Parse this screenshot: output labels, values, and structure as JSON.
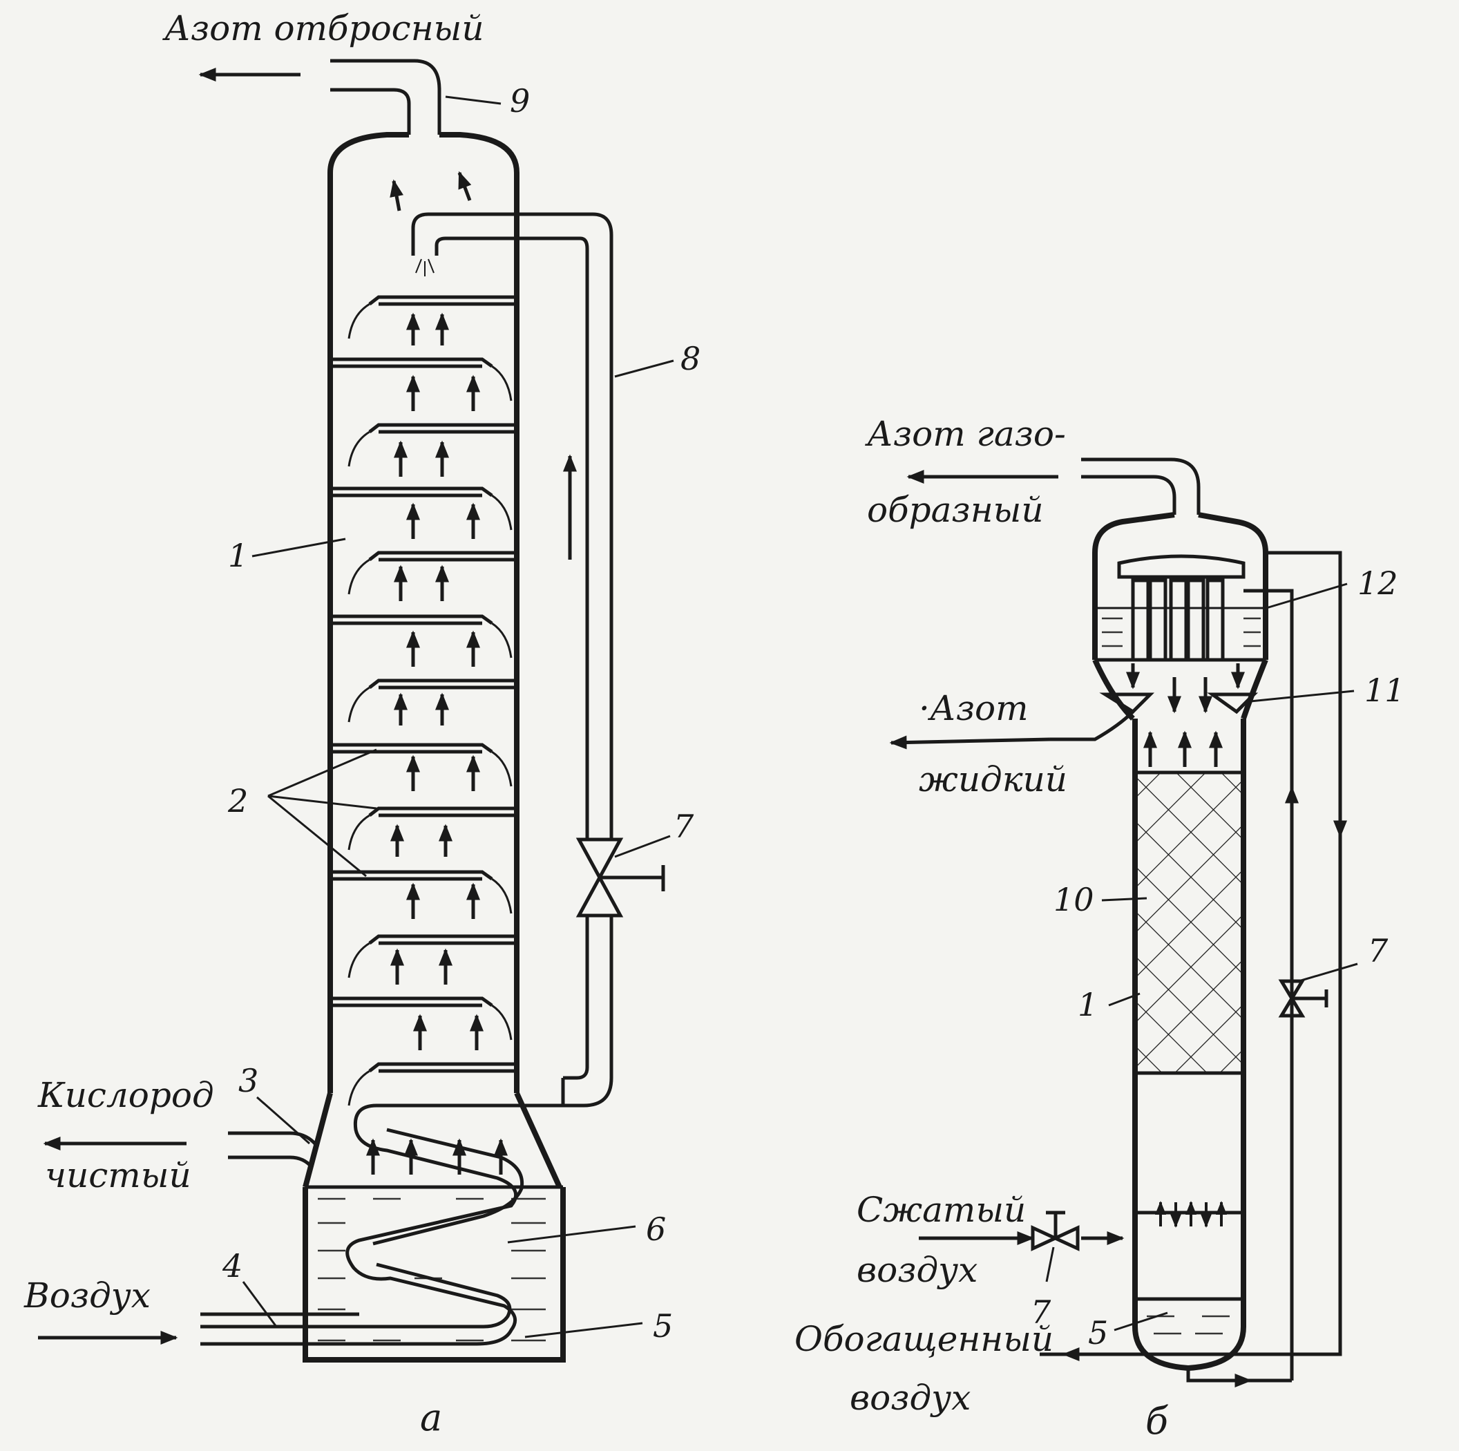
{
  "labels": {
    "a_nitrogen_waste": "Азот отбросный",
    "a_oxygen_line1": "Кислород",
    "a_oxygen_line2": "чистый",
    "a_air": "Воздух",
    "a_caption": "а",
    "b_nitrogen_gas_line1": "Азот газо-",
    "b_nitrogen_gas_line2": "образный",
    "b_nitrogen_liquid_line1": "·Азот",
    "b_nitrogen_liquid_line2": "жидкий",
    "b_compressed_air_line1": "Сжатый",
    "b_compressed_air_line2": "воздух",
    "b_enriched_air_line1": "Обогащенный",
    "b_enriched_air_line2": "воздух",
    "b_caption": "б"
  },
  "numbers": {
    "a_1": "1",
    "a_2": "2",
    "a_3": "3",
    "a_4": "4",
    "a_5": "5",
    "a_6": "6",
    "a_7": "7",
    "a_8": "8",
    "a_9": "9",
    "b_1": "1",
    "b_5": "5",
    "b_7_valve_right": "7",
    "b_7_valve_bottom": "7",
    "b_10": "10",
    "b_11": "11",
    "b_12": "12"
  },
  "colors": {
    "ink": "#1a1a1a",
    "paper": "#f4f4f1"
  }
}
